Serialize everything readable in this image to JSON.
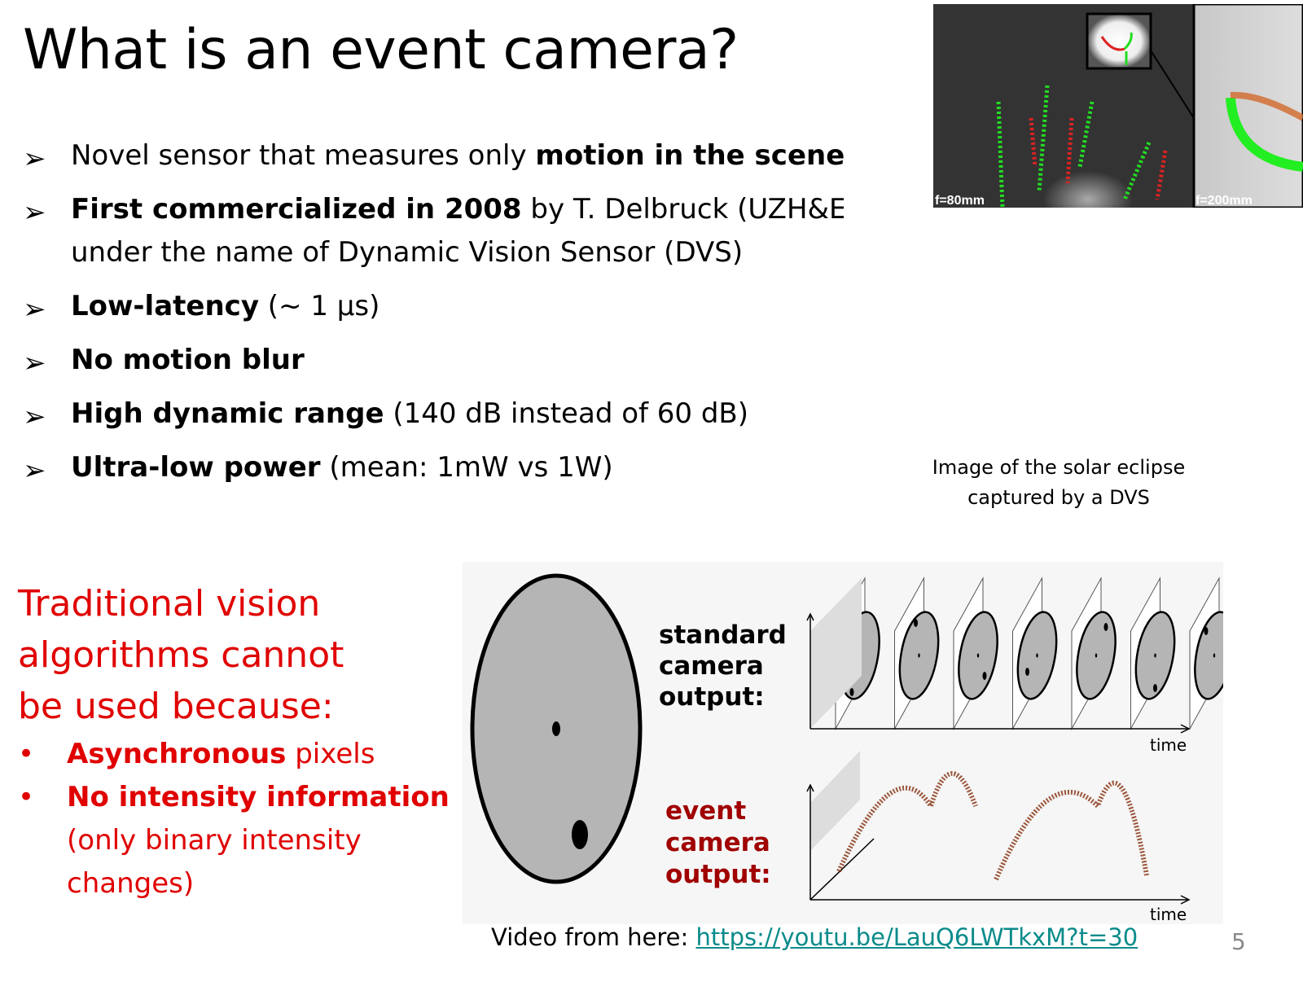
{
  "slide": {
    "title": "What is an event camera?",
    "bullets": [
      {
        "parts": [
          {
            "t": "Novel sensor that measures only ",
            "bold": false
          },
          {
            "t": "motion in the scene",
            "bold": true
          }
        ]
      },
      {
        "parts": [
          {
            "t": "First commercialized in 2008",
            "bold": true
          },
          {
            "t": " by T. Delbruck (UZH&ETH)",
            "bold": false
          }
        ],
        "line2": "under the name of Dynamic Vision Sensor (DVS)"
      },
      {
        "parts": [
          {
            "t": "Low-latency",
            "bold": true
          },
          {
            "t": " (~ 1 μs)",
            "bold": false
          }
        ]
      },
      {
        "parts": [
          {
            "t": "No motion blur",
            "bold": true
          }
        ]
      },
      {
        "parts": [
          {
            "t": "High dynamic range",
            "bold": true
          },
          {
            "t": " (140 dB instead of 60 dB)",
            "bold": false
          }
        ]
      },
      {
        "parts": [
          {
            "t": "Ultra-low power",
            "bold": true
          },
          {
            "t": " (mean: 1mW vs 1W)",
            "bold": false
          }
        ]
      }
    ],
    "bullet_icon": "arrowhead-icon",
    "photo": {
      "label_left": "f=80mm",
      "label_right": "f=200mm"
    },
    "caption": [
      "Image of the solar eclipse",
      "captured by a DVS"
    ],
    "red_heading": [
      "Traditional vision",
      "algorithms cannot",
      "be used because:"
    ],
    "red_points": [
      {
        "bold": "Asynchronous",
        "rest": " pixels"
      },
      {
        "bold": "No intensity information",
        "rest": "",
        "extra": [
          "(only binary intensity",
          "changes)"
        ]
      }
    ],
    "diagram": {
      "standard_label": [
        "standard",
        "camera",
        "output:"
      ],
      "event_label": [
        "event",
        "camera",
        "output:"
      ],
      "axis_label": "time"
    },
    "video_prefix": "Video from here: ",
    "video_link": "https://youtu.be/LauQ6LWTkxM?t=30",
    "page_number": "5",
    "colors": {
      "red": "#e00000",
      "dark_red": "#a00000",
      "link": "#0a8a8a"
    }
  }
}
